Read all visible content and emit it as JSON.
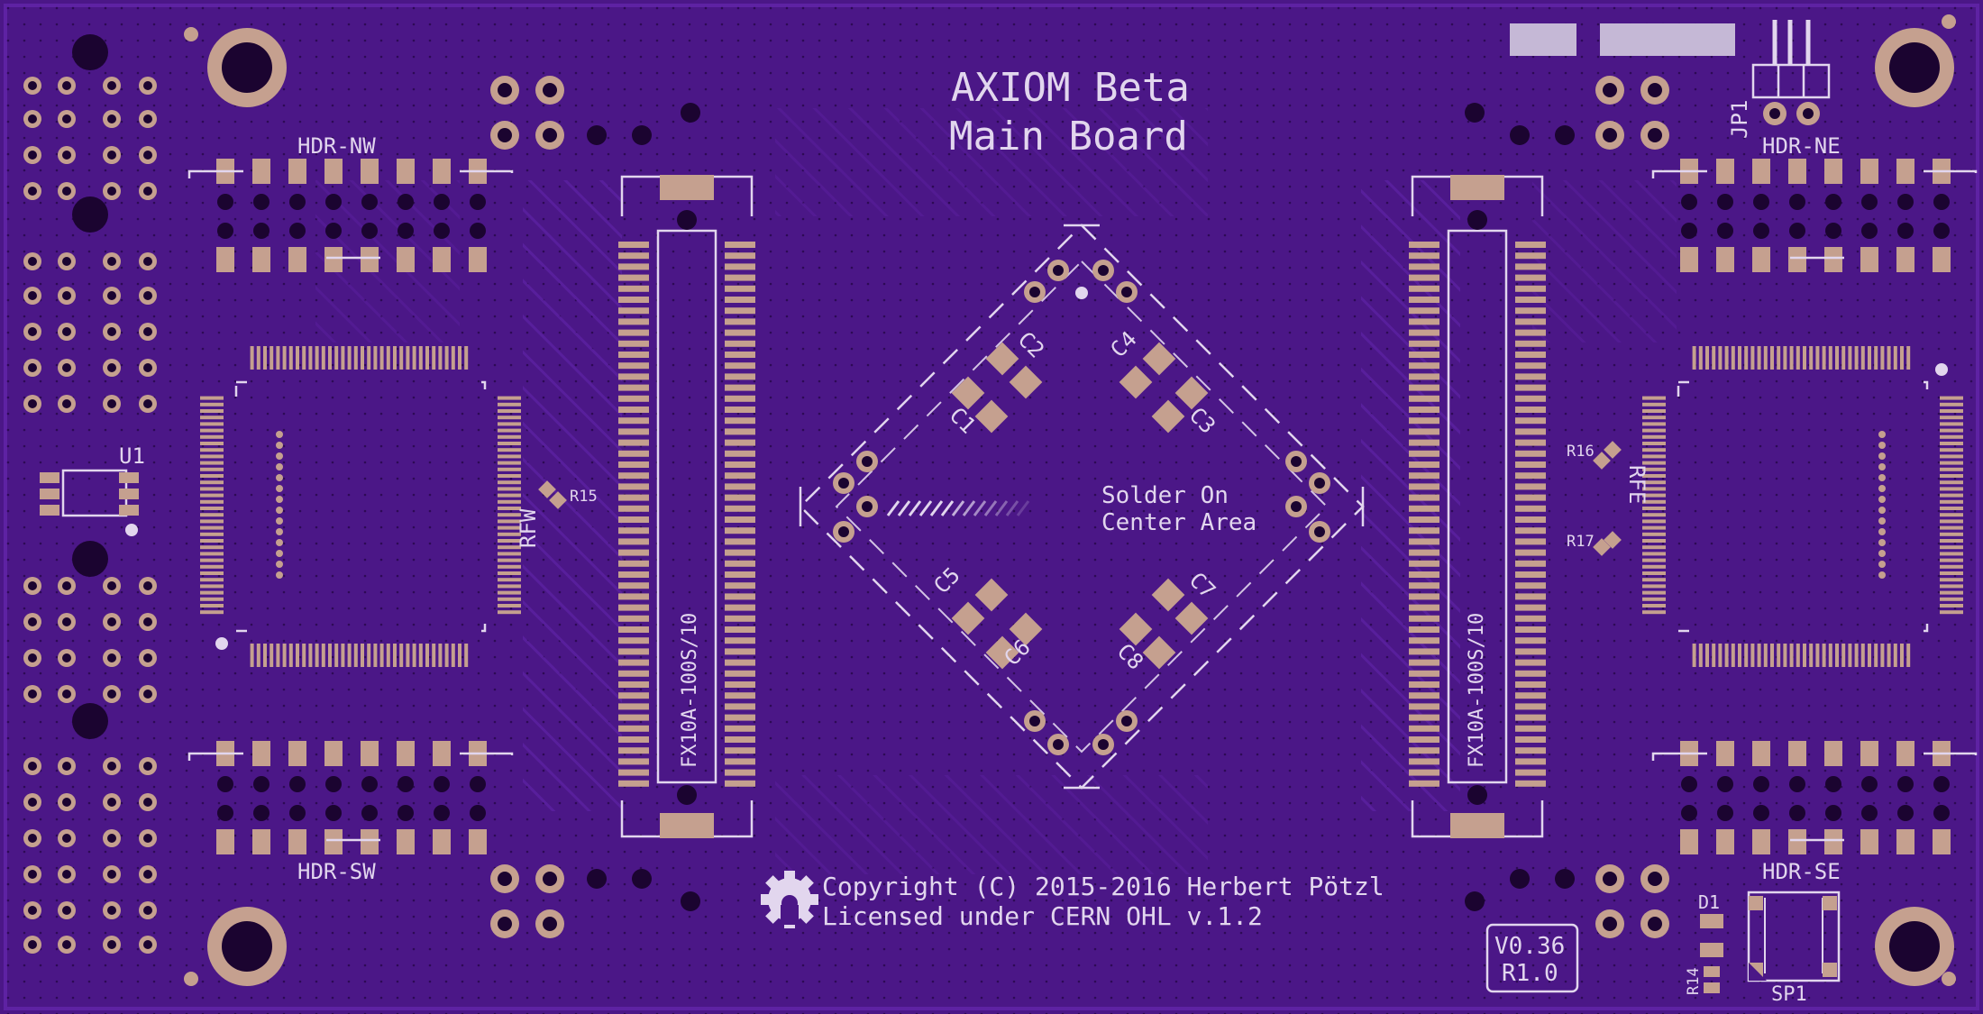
{
  "board": {
    "title_line1": "AXIOM Beta",
    "title_line2": "Main Board",
    "copyright_line1": "Copyright (C) 2015-2016 Herbert Pötzl",
    "copyright_line2": "Licensed under CERN OHL v.1.2",
    "center_note_line1": "Solder On",
    "center_note_line2": "Center Area",
    "version_line1": "V0.36",
    "version_line2": "R1.0"
  },
  "labels": {
    "hdr_nw": "HDR-NW",
    "hdr_ne": "HDR-NE",
    "hdr_sw": "HDR-SW",
    "hdr_se": "HDR-SE",
    "u1": "U1",
    "rfw": "RFW",
    "rfe": "RFE",
    "r15": "R15",
    "r16": "R16",
    "r17": "R17",
    "r14": "R14",
    "d1": "D1",
    "sp1": "SP1",
    "jp1": "JP1",
    "conn_left": "FX10A-100S/10",
    "conn_right": "FX10A-100S/10",
    "c1": "C1",
    "c2": "C2",
    "c3": "C3",
    "c4": "C4",
    "c5": "C5",
    "c6": "C6",
    "c7": "C7",
    "c8": "C8"
  },
  "colors": {
    "board": "#4b1787",
    "copper_tint": "#5a1e9a",
    "silkscreen": "#e2d6ee",
    "pad": "#c5a08f",
    "hole": "#1b0430"
  },
  "icons": {
    "logo": "open-hardware-gear-icon"
  }
}
